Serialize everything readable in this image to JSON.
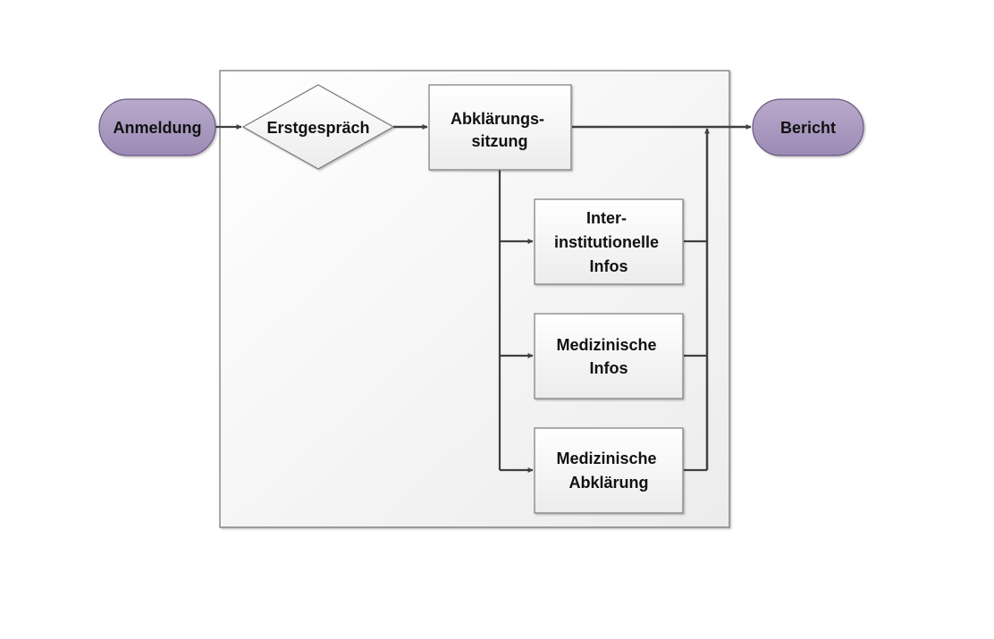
{
  "diagram": {
    "type": "flowchart",
    "nodes": {
      "anmeldung": {
        "label": "Anmeldung",
        "shape": "terminator"
      },
      "erstgespraech": {
        "label": "Erstgespräch",
        "shape": "decision"
      },
      "abklaerungssitzung": {
        "lines": [
          "Abklärungs-",
          "sitzung"
        ],
        "shape": "process"
      },
      "inter_infos": {
        "lines": [
          "Inter-",
          "institutionelle",
          "Infos"
        ],
        "shape": "process"
      },
      "med_infos": {
        "lines": [
          "Medizinische",
          "Infos"
        ],
        "shape": "process"
      },
      "med_abklaerung": {
        "lines": [
          "Medizinische",
          "Abklärung"
        ],
        "shape": "process"
      },
      "bericht": {
        "label": "Bericht",
        "shape": "terminator"
      }
    },
    "edges": [
      [
        "Anmeldung",
        "Erstgespräch"
      ],
      [
        "Erstgespräch",
        "Abklärungssitzung"
      ],
      [
        "Abklärungssitzung",
        "Bericht"
      ],
      [
        "Abklärungssitzung",
        "Inter-institutionelle Infos"
      ],
      [
        "Abklärungssitzung",
        "Medizinische Infos"
      ],
      [
        "Abklärungssitzung",
        "Medizinische Abklärung"
      ],
      [
        "Inter-institutionelle Infos",
        "Bericht"
      ],
      [
        "Medizinische Infos",
        "Bericht"
      ],
      [
        "Medizinische Abklärung",
        "Bericht"
      ]
    ],
    "colors": {
      "terminator_fill": "#a896c0",
      "terminator_stroke": "#6a5a80",
      "box_stroke": "#7a7a7a",
      "line": "#404040"
    }
  }
}
